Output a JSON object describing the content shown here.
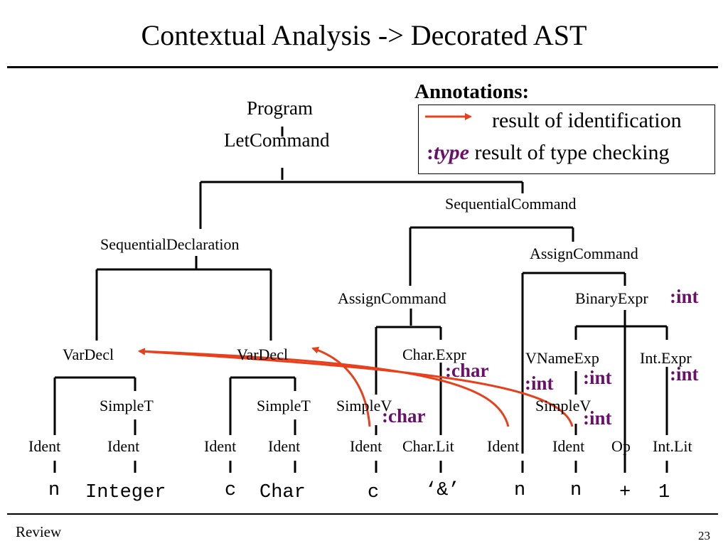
{
  "title": "Contextual Analysis -> Decorated AST",
  "annotations": {
    "heading": "Annotations:",
    "identification_label": "result of identification",
    "type_prefix": ":",
    "type_word": "type",
    "type_label": "result of type checking"
  },
  "tree": {
    "program": "Program",
    "let_command": "LetCommand",
    "sequential_command": "SequentialCommand",
    "sequential_declaration": "SequentialDeclaration",
    "assign_command_right": "AssignCommand",
    "assign_command_left": "AssignCommand",
    "binary_expr": "BinaryExpr",
    "vardecl_1": "VarDecl",
    "vardecl_2": "VarDecl",
    "char_expr": "Char.Expr",
    "vname_exp": "VNameExp",
    "int_expr": "Int.Expr",
    "simplet_1": "SimpleT",
    "simplet_2": "SimpleT",
    "simplev_1": "SimpleV",
    "simplev_2": "SimpleV",
    "leaves": [
      "Ident",
      "Ident",
      "Ident",
      "Ident",
      "Ident",
      "Char.Lit",
      "Ident",
      "Ident",
      "Op",
      "Int.Lit"
    ],
    "tokens": [
      "n",
      "Integer",
      "c",
      "Char",
      "c",
      "‘&’",
      "n",
      "n",
      "+",
      "1"
    ]
  },
  "type_annotations": {
    "binary_expr": ":int",
    "char_expr": ":char",
    "simplev_1": ":char",
    "vname_exp": ":int",
    "int_expr": ":int",
    "assign_target": ":int",
    "simplev_2": ":int"
  },
  "colors": {
    "arrow": "#e8401c",
    "type_annotation": "#6a0f6a",
    "line": "#000000"
  },
  "footer": {
    "left": "Review",
    "page_number": "23"
  }
}
